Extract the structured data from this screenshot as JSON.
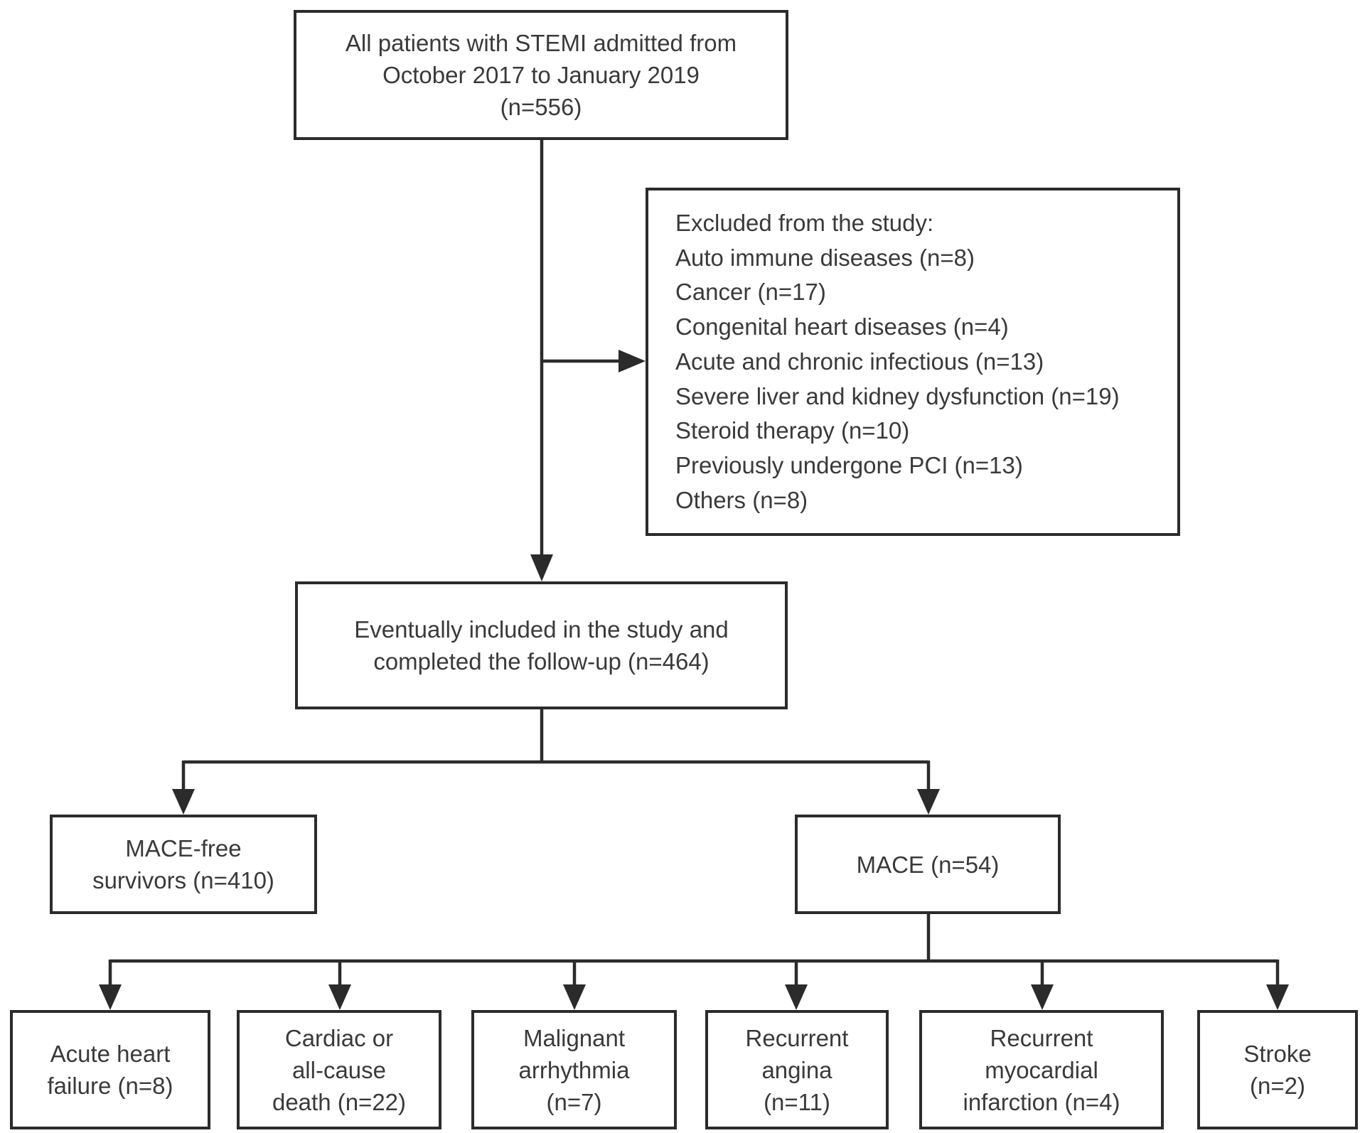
{
  "flowchart": {
    "source": {
      "lines": [
        "All patients with STEMI admitted from",
        "October 2017 to January 2019",
        "(n=556)"
      ]
    },
    "excluded": {
      "lines": [
        "Excluded from the study:",
        "Auto immune diseases (n=8)",
        "Cancer (n=17)",
        "Congenital heart diseases (n=4)",
        "Acute and chronic infectious (n=13)",
        "Severe liver and kidney dysfunction (n=19)",
        "Steroid therapy (n=10)",
        "Previously undergone PCI (n=13)",
        "Others (n=8)"
      ]
    },
    "included": {
      "lines": [
        "Eventually included in the study and",
        "completed the follow-up (n=464)"
      ]
    },
    "mace_free": {
      "lines": [
        "MACE-free",
        "survivors (n=410)"
      ]
    },
    "mace": {
      "lines": [
        "MACE (n=54)"
      ]
    },
    "outcomes": [
      {
        "lines": [
          "Acute heart",
          "failure (n=8)"
        ]
      },
      {
        "lines": [
          "Cardiac or",
          "all-cause",
          "death (n=22)"
        ]
      },
      {
        "lines": [
          "Malignant",
          "arrhythmia",
          "(n=7)"
        ]
      },
      {
        "lines": [
          "Recurrent",
          "angina",
          "(n=11)"
        ]
      },
      {
        "lines": [
          "Recurrent",
          "myocardial",
          "infarction (n=4)"
        ]
      },
      {
        "lines": [
          "Stroke",
          "(n=2)"
        ]
      }
    ]
  }
}
